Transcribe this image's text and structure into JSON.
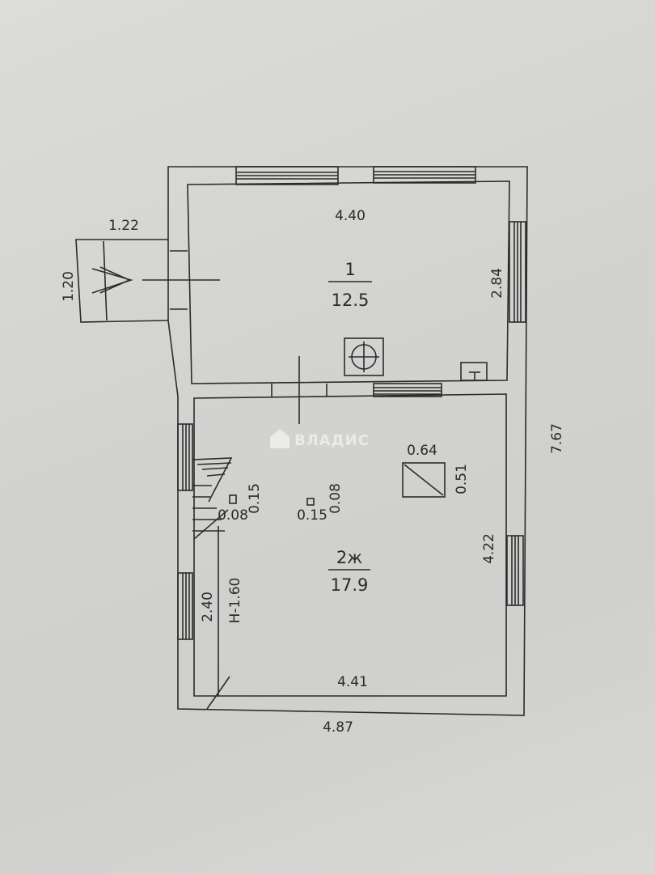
{
  "watermark": {
    "text": "ВЛАДИС",
    "logo_icon": "house-logo-icon"
  },
  "rooms": [
    {
      "number": "1",
      "area": "12.5"
    },
    {
      "number": "2ж",
      "area": "17.9"
    }
  ],
  "dimensions": {
    "room1_width": "4.40",
    "room1_depth": "2.84",
    "porch_width": "1.22",
    "porch_depth": "1.20",
    "total_depth": "7.67",
    "room2_depth": "4.22",
    "room2_width": "4.41",
    "total_width": "4.87",
    "stair_depth": "2.40",
    "stair_height": "Н-1.60",
    "vent_w": "0.64",
    "vent_h": "0.51",
    "col1_a": "0.08",
    "col1_b": "0.15",
    "col2_a": "0.15",
    "col2_b": "0.08"
  },
  "colors": {
    "line": "#2b2b2b",
    "paper": "#d6d6d3"
  }
}
